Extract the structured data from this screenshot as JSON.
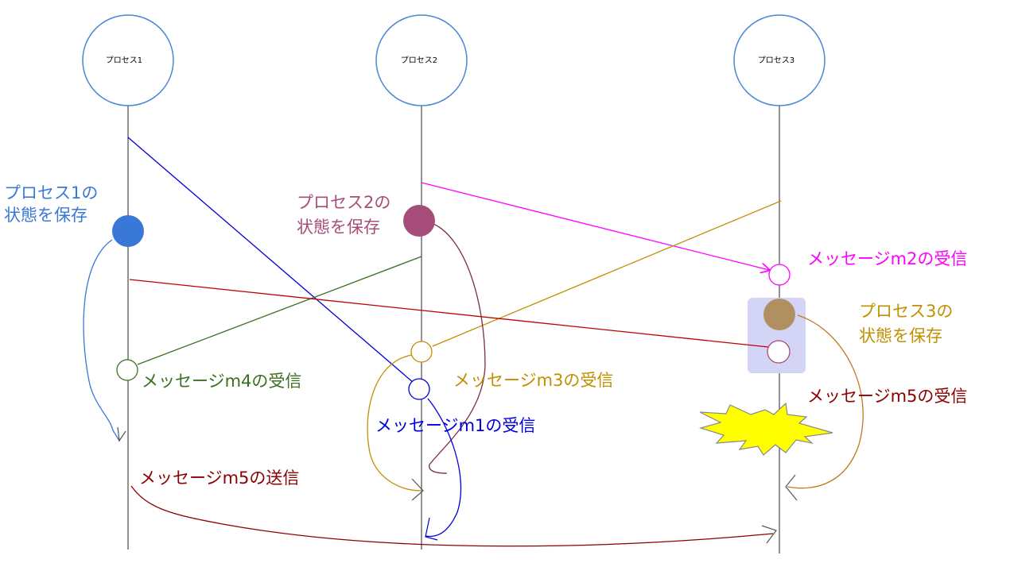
{
  "processes": [
    {
      "label": "プロセス1"
    },
    {
      "label": "プロセス2"
    },
    {
      "label": "プロセス3"
    }
  ],
  "annotations": {
    "p1_state": [
      "プロセス1の",
      "状態を保存"
    ],
    "p2_state": [
      "プロセス2の",
      "状態を保存"
    ],
    "p3_state": [
      "プロセス3の",
      "状態を保存"
    ],
    "m1_recv": "メッセージm1の受信",
    "m2_recv": "メッセージm2の受信",
    "m3_recv": "メッセージm3の受信",
    "m4_recv": "メッセージm4の受信",
    "m5_recv": "メッセージm5の受信",
    "m5_send": "メッセージm5の送信"
  },
  "colors": {
    "process_circle": "#4a86d6",
    "lifeline": "#777777",
    "m1": "#0000dd",
    "m2": "#ff00ff",
    "m3": "#c09000",
    "m4": "#3a7020",
    "m5": "#c00000",
    "p1_state": "#3a78d8",
    "p2_state": "#a64d79",
    "p3_state": "#b09060",
    "crash": "#ffff00"
  },
  "icons": {
    "crash": "explosion-burst-icon"
  }
}
